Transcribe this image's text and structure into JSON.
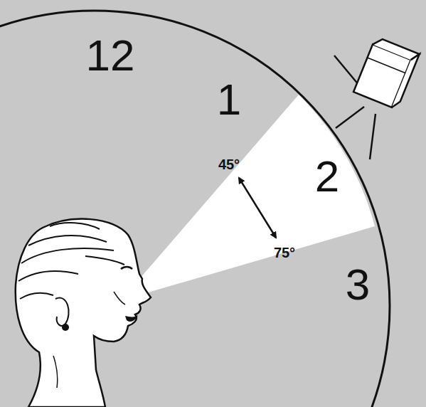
{
  "diagram": {
    "labels": [
      "12",
      "1",
      "45°",
      "2",
      "75°",
      "3"
    ]
  }
}
